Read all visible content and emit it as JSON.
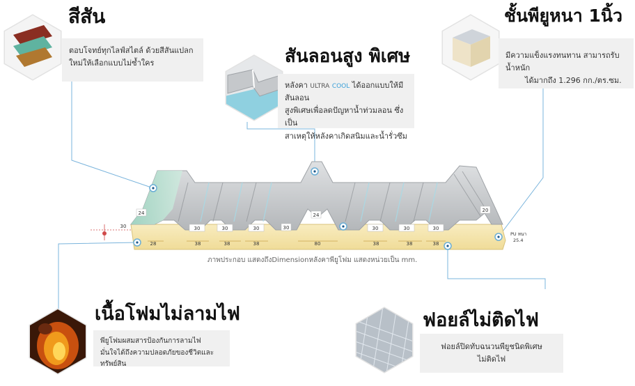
{
  "features": {
    "color": {
      "title": "สีสัน",
      "desc_line1": "ตอบโจทย์ทุกไลฟ์สไตล์ ด้วยสีสันแปลก",
      "desc_line2": "ใหม่ให้เลือกแบบไม่ซ้ำใคร"
    },
    "ridge": {
      "title": "สันลอนสูง พิเศษ",
      "desc_line1_a": "หลังคา",
      "desc_line1_brand_a": "ULTRA",
      "desc_line1_brand_b": "COOL",
      "desc_line1_b": "ได้ออกแบบให้มีสันลอน",
      "desc_line2": "สูงพิเศษเพื่อลดปัญหาน้ำท่วมลอน ซึ่งเป็น",
      "desc_line3": "สาเหตุให้หลังคาเกิดสนิมและน้ำรั่วซึม"
    },
    "foam": {
      "title": "ชั้นพียูหนา 1นิ้ว",
      "desc_line1": "มีความแข็งแรงทนทาน สามารถรับน้ำหนัก",
      "desc_line2": "ได้มากถึง 1.296 กก./ตร.ซม."
    },
    "fireproof": {
      "title": "เนื้อโฟมไม่ลามไฟ",
      "desc_line1": "พียูโฟมผสมสารป้องกันการลามไฟ",
      "desc_line2": "มั่นใจได้ถึงความปลอดภัยของชีวิตและทรัพย์สิน"
    },
    "foil": {
      "title": "ฟอยล์ไม่ติดไฟ",
      "desc_line1": "ฟอยล์ปิดทับฉนวนพียูชนิดพิเศษ",
      "desc_line2": "ไม่ติดไฟ"
    }
  },
  "diagram": {
    "caption": "ภาพประกอบ แสดงถึงDimensionหลังคาพียูโฟม แสดงหน่วยเป็น mm.",
    "dims": {
      "height_left": "30",
      "rib_left": "24",
      "base_left": "28",
      "rib_mid": "24",
      "rib_right": "20",
      "ridge_width": "80",
      "pu_label": "PU หนา",
      "pu_value": "25.4"
    },
    "rib_spacing_labels": [
      "30",
      "30",
      "30",
      "30",
      "30",
      "30"
    ],
    "rib_base_labels": [
      "38",
      "38",
      "38",
      "38",
      "38"
    ],
    "center_rib_label": "30"
  },
  "colors": {
    "panel_top": "#c9cbcd",
    "panel_green": "#a8d8c8",
    "foam": "#f5e6b0",
    "leader_line": "#6aaed6",
    "box_bg": "#f0f0f0"
  }
}
